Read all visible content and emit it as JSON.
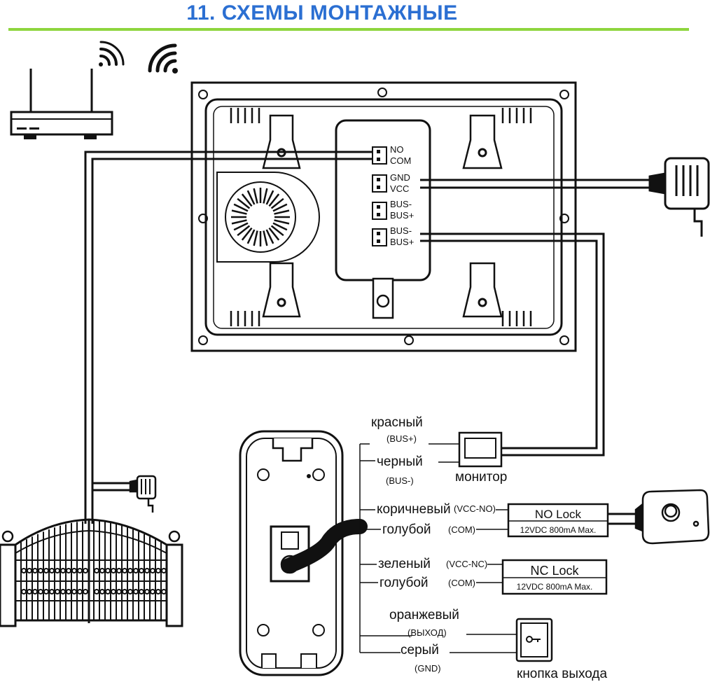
{
  "title": "11. СХЕМЫ МОНТАЖНЫЕ",
  "colors": {
    "title": "#2b6fd2",
    "rule": "#8ed53e",
    "line": "#111111"
  },
  "monitor_terminals": {
    "t1a": "NO",
    "t1b": "COM",
    "t2a": "GND",
    "t2b": "VCC",
    "t3a": "BUS-",
    "t3b": "BUS+",
    "t4a": "BUS-",
    "t4b": "BUS+"
  },
  "wires": {
    "red": "красный",
    "red_sig": "(BUS+)",
    "black": "черный",
    "black_sig": "(BUS-)",
    "brown": "коричневый",
    "brown_sig": "(VCC-NO)",
    "blue1": "голубой",
    "blue1_sig": "(COM)",
    "green": "зеленый",
    "green_sig": "(VCC-NC)",
    "blue2": "голубой",
    "blue2_sig": "(COM)",
    "orange": "оранжевый",
    "orange_sig": "(ВЫХОД)",
    "gray": "серый",
    "gray_sig": "(GND)"
  },
  "monitor_box_label": "монитор",
  "no_lock": {
    "name": "NO Lock",
    "spec": "12VDC 800mA Max."
  },
  "nc_lock": {
    "name": "NC Lock",
    "spec": "12VDC 800mA Max."
  },
  "exit_button_label": "кнопка выхода",
  "icons": [
    "router-icon",
    "wifi-icon",
    "power-adapter-icon",
    "gate-icon",
    "door-station-icon",
    "lock-icon",
    "exit-button-icon"
  ]
}
